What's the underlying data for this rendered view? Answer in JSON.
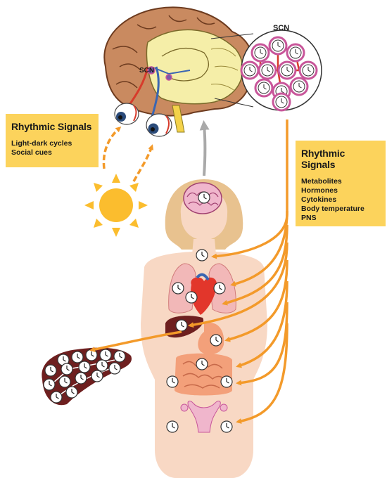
{
  "labels": {
    "scn_top": "SCN",
    "scn_brain": "SCN"
  },
  "left_box": {
    "title": "Rhythmic Signals",
    "items": [
      "Light-dark cycles",
      "Social cues"
    ]
  },
  "right_box": {
    "title": "Rhythmic Signals",
    "items": [
      "Metabolites",
      "Hormones",
      "Cytokines",
      "Body temperature",
      "PNS"
    ]
  },
  "colors": {
    "box_fill": "#fcd35c",
    "arrow": "#f39a2a",
    "brain_arrow": "#a9a9a9",
    "body": "#f8d8c4",
    "hair": "#e8c28f",
    "clock_face": "#ffffff",
    "cell_ring": "#c8569a",
    "liver": "#6e1f1f",
    "sun": "#fbbd2e"
  },
  "icons": [
    "sun-icon",
    "eye-icon",
    "clock-icon",
    "brain-icon",
    "liver-icon",
    "lungs-icon",
    "heart-icon",
    "stomach-icon",
    "intestine-icon",
    "uterus-icon"
  ]
}
